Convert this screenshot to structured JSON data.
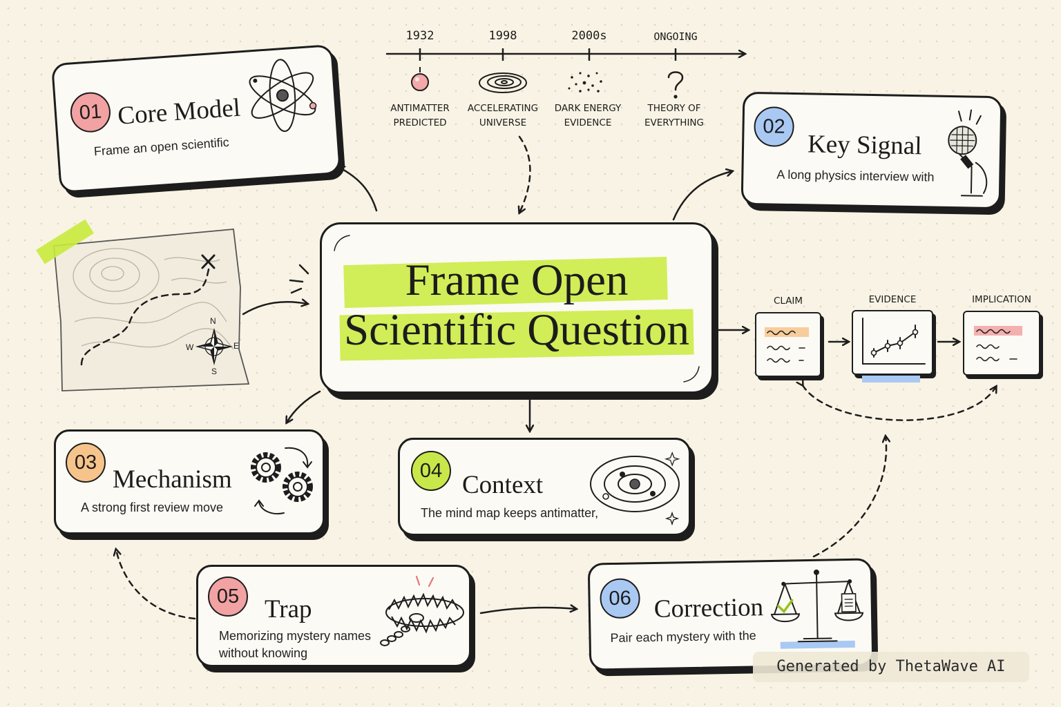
{
  "timeline": {
    "events": [
      {
        "year": "1932",
        "caption_line1": "ANTIMATTER",
        "caption_line2": "PREDICTED",
        "icon": "sphere-icon"
      },
      {
        "year": "1998",
        "caption_line1": "ACCELERATING",
        "caption_line2": "UNIVERSE",
        "icon": "galaxy-icon"
      },
      {
        "year": "2000s",
        "caption_line1": "DARK ENERGY",
        "caption_line2": "EVIDENCE",
        "icon": "particles-icon"
      },
      {
        "year": "ONGOING",
        "caption_line1": "THEORY OF",
        "caption_line2": "EVERYTHING",
        "icon": "question-icon"
      }
    ]
  },
  "central": {
    "title_line1": "Frame Open",
    "title_line2": "Scientific Question"
  },
  "cards": [
    {
      "number": "01",
      "title": "Core Model",
      "description": "Frame an open scientific",
      "color": "#f2a2a2",
      "icon": "atom-icon"
    },
    {
      "number": "02",
      "title": "Key Signal",
      "description": "A long physics interview with",
      "color": "#a9c9f3",
      "icon": "microphone-icon"
    },
    {
      "number": "03",
      "title": "Mechanism",
      "description": "A strong first review move",
      "color": "#f6c48b",
      "icon": "gears-icon"
    },
    {
      "number": "04",
      "title": "Context",
      "description": "The mind map keeps antimatter,",
      "color": "#c8e84a",
      "icon": "orbit-icon"
    },
    {
      "number": "05",
      "title": "Trap",
      "description_line1": "Memorizing mystery names",
      "description_line2": "without knowing",
      "color": "#f2a2a2",
      "icon": "bear-trap-icon"
    },
    {
      "number": "06",
      "title": "Correction",
      "description": "Pair each mystery with the",
      "color": "#a9c9f3",
      "icon": "scales-icon"
    }
  ],
  "flow": {
    "steps": [
      "CLAIM",
      "EVIDENCE",
      "IMPLICATION"
    ],
    "colors": {
      "claim": "#f6c48b",
      "evidence": "#a9c9f3",
      "implication": "#f2a2a2"
    }
  },
  "map": {
    "compass": {
      "n": "N",
      "e": "E",
      "s": "S",
      "w": "W"
    },
    "icon": "treasure-map-icon"
  },
  "watermark": "Generated by ThetaWave AI",
  "colors": {
    "background": "#f8f3e4",
    "highlight": "#c9ea3c",
    "ink": "#1d1d1d"
  }
}
